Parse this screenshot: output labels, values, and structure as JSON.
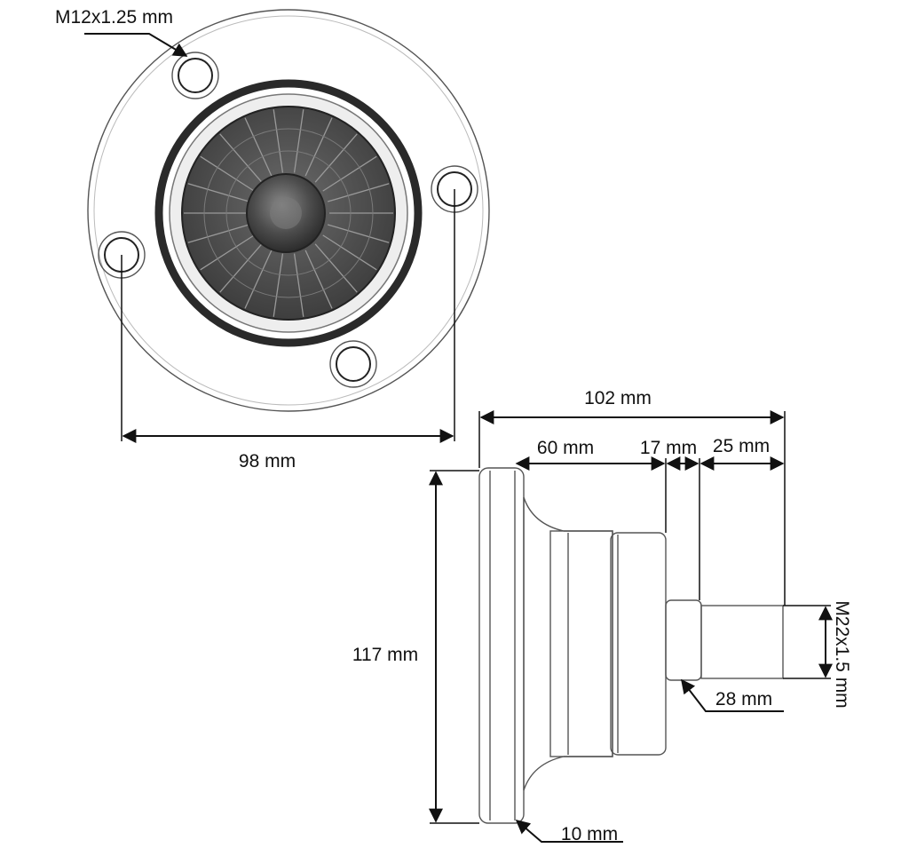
{
  "front_view": {
    "thread_label": "M12x1.25 mm",
    "bolt_spacing_label": "98 mm"
  },
  "side_view": {
    "total_length_label": "102 mm",
    "body_length_label": "60 mm",
    "collar_length_label": "17 mm",
    "thread_length_label": "25 mm",
    "diameter_label": "117 mm",
    "thread_spec_label": "M22x1.5 mm",
    "shank_diameter_label": "28 mm",
    "flange_thickness_label": "10 mm"
  },
  "colors": {
    "line": "#111111",
    "metal_light": "#f2f2f2",
    "metal_mid": "#d9d9d9",
    "rubber": "#4a4a4a"
  }
}
